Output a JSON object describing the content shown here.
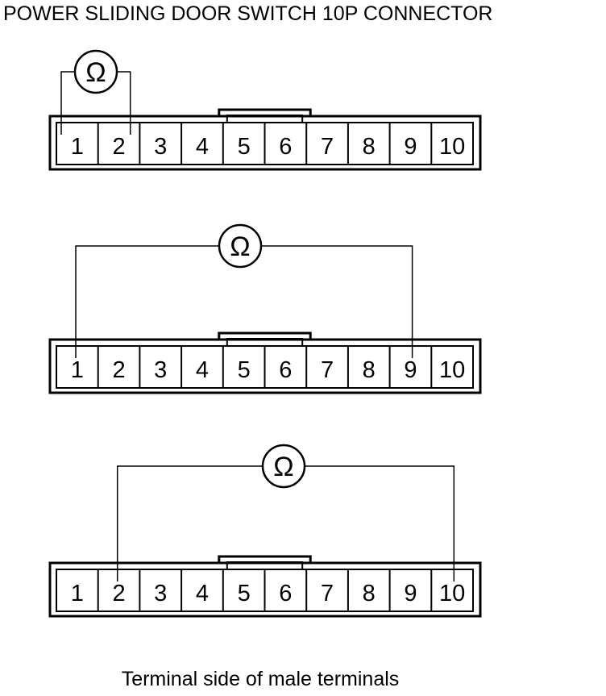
{
  "title": "POWER SLIDING DOOR SWITCH 10P CONNECTOR",
  "caption": "Terminal side of male terminals",
  "meter_symbol": "Ω",
  "terminals": [
    "1",
    "2",
    "3",
    "4",
    "5",
    "6",
    "7",
    "8",
    "9",
    "10"
  ],
  "tests": [
    {
      "from_terminal": 1,
      "to_terminal": 2
    },
    {
      "from_terminal": 1,
      "to_terminal": 9
    },
    {
      "from_terminal": 2,
      "to_terminal": 10
    }
  ]
}
